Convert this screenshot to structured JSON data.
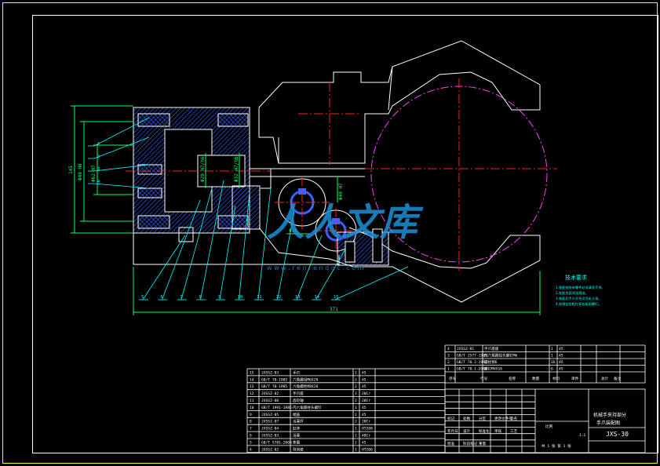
{
  "drawing": {
    "overall_dim": "371",
    "dim_left_outer": "145",
    "dim_left_mid": "Φ40 H8",
    "dim_left_inner": "Φ62 H7",
    "dim_center_a": "Φ20 H7/h6",
    "dim_center_b": "Φ32 H7/h6",
    "dim_center_c": "Φ18",
    "dim_center_d": "Φ40 H7",
    "watermark_text": "人人文库",
    "watermark_url": "w w w . r e n r e n d o c . c o m",
    "tech_req_title": "技术要求",
    "tech_req_lines": [
      "1.装配前所有零件必须清洗干净。",
      "2.各配合面涂润滑油。",
      "3.装配后手爪开合灵活无卡滞。",
      "4.按规定扭矩拧紧各紧固螺钉。"
    ]
  },
  "leaders": [
    "1",
    "2",
    "3",
    "4",
    "5",
    "6",
    "7",
    "8",
    "9",
    "10",
    "11",
    "12",
    "13",
    "14",
    "15"
  ],
  "parts_list_right": [
    {
      "no": "4",
      "code": "JXSSZ-01",
      "name": "手爪基座",
      "qty": "1",
      "mat": "45"
    },
    {
      "no": "3",
      "code": "GB/T 2577-1985",
      "name": "内六角圆柱头螺钉M6",
      "qty": "1",
      "mat": "45"
    },
    {
      "no": "2",
      "code": "GB/T 70.2-1992",
      "name": "圆柱销6",
      "qty": "16",
      "mat": "45"
    },
    {
      "no": "1",
      "code": "GB/T 70.1-2000",
      "name": "螺钉M4X16",
      "qty": "6",
      "mat": "45"
    }
  ],
  "parts_header_right": [
    "序号",
    "代号",
    "名称",
    "数量",
    "材料",
    "单件",
    "总计",
    "备注"
  ],
  "parts_list_left": [
    {
      "no": "15",
      "code": "JXSSZ-03",
      "name": "手爪",
      "qty": "1",
      "mat": "45"
    },
    {
      "no": "14",
      "code": "GB/T 70-1985",
      "name": "六角螺母M6X20",
      "qty": "2",
      "mat": "45"
    },
    {
      "no": "13",
      "code": "GB/T 70-1985",
      "name": "六角螺栓M8X20",
      "qty": "2",
      "mat": "45"
    },
    {
      "no": "12",
      "code": "JXSSZ-02",
      "name": "手爪座",
      "qty": "1",
      "mat": "20Cr"
    },
    {
      "no": "11",
      "code": "JXSSZ-06",
      "name": "齿轮轴",
      "qty": "2",
      "mat": "20Cr"
    },
    {
      "no": "10",
      "code": "GB/T 1991-1985",
      "name": "内六角圆柱头螺钉",
      "qty": "1",
      "mat": "45"
    },
    {
      "no": "9",
      "code": "JXSSZ-05",
      "name": "端盖",
      "qty": "1",
      "mat": "45"
    },
    {
      "no": "8",
      "code": "JXSSZ-07",
      "name": "活塞杆",
      "qty": "2",
      "mat": "20Cr"
    },
    {
      "no": "7",
      "code": "JXSSZ-04",
      "name": "缸体",
      "qty": "1",
      "mat": "HT200"
    },
    {
      "no": "6",
      "code": "JXSSZ-03",
      "name": "活塞",
      "qty": "1",
      "mat": "40Cr"
    },
    {
      "no": "5",
      "code": "GB/T 5781-2000",
      "name": "垫圈",
      "qty": "1",
      "mat": "45"
    },
    {
      "no": "4",
      "code": "JXSSZ-02",
      "name": "导向套",
      "qty": "1",
      "mat": "HT200"
    }
  ],
  "title_block": {
    "title_line1": "机械手夹持部分",
    "title_line2": "手爪装配图",
    "drawing_no": "JXS-30",
    "scale_label": "比例",
    "scale": "1:1",
    "sheet": "共 1 张  第 1 张",
    "cells": [
      "标记",
      "处数",
      "分区",
      "更改文件号",
      "签名",
      "年月日",
      "设计",
      "标准化",
      "审核",
      "工艺",
      "批准",
      "阶段标记",
      "重量"
    ]
  },
  "colors": {
    "frame": "#ffffff",
    "outer_border": "#ffff00",
    "part_lines": "#ffffff",
    "section_blue": "#3a63ff",
    "center_lines": "#ff2020",
    "phantom": "#ff40ff",
    "dimensions": "#00ff66",
    "leaders": "#00ffff",
    "watermark": "#1f8fd8"
  }
}
